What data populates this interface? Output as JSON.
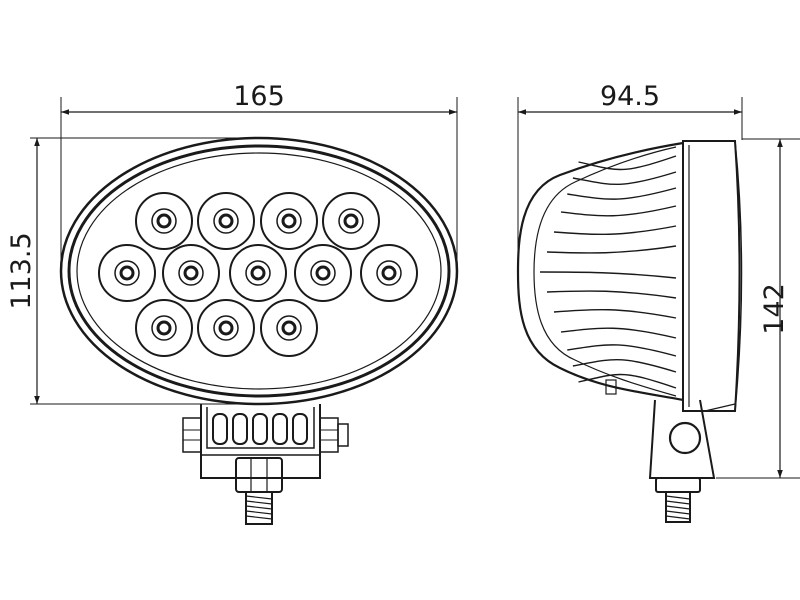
{
  "dimensions": {
    "front_width": "165",
    "front_height": "113.5",
    "side_depth": "94.5",
    "side_height": "142"
  },
  "led_count": 12,
  "colors": {
    "line": "#1a1a1a",
    "background": "#ffffff"
  }
}
